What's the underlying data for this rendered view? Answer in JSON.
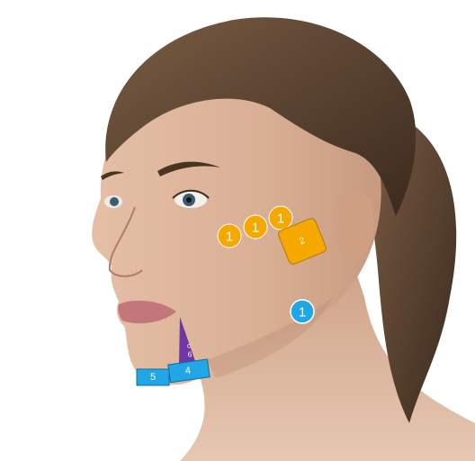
{
  "illustration": {
    "description_icon": "female-head-profile-illustration",
    "colors": {
      "background": "#ffffff",
      "skin": "#dcb59c",
      "skin_shadow": "#b88b72",
      "hair": "#5a4331",
      "hair_dark": "#3b2a1e",
      "orange_marker": "#f5a800",
      "blue_marker": "#21a6e6",
      "purple_marker": "#6e37a3"
    }
  },
  "markers": {
    "orange_circles": [
      {
        "label": "1"
      },
      {
        "label": "1"
      },
      {
        "label": "1"
      }
    ],
    "orange_square": {
      "label": "2"
    },
    "blue_circle_neck": {
      "label": "1"
    },
    "purple_triangle": {
      "label_top": "c",
      "label_bottom": "6"
    },
    "blue_rect_chin_right": {
      "label": "4"
    },
    "blue_rect_chin_left": {
      "label": "5"
    }
  }
}
